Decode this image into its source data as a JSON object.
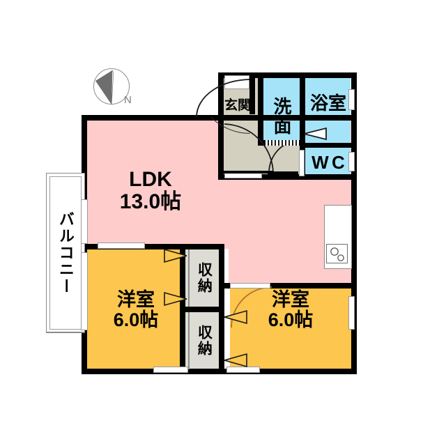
{
  "plan": {
    "title": "Japanese apartment floor plan (2LDK)",
    "palette": {
      "ldk_fill": "#ffcccc",
      "bedroom_fill": "#fcc64f",
      "wet_fill": "#a5e4f8",
      "entry_fill": "#d4d0c0",
      "closet_fill": "#dcdcd4",
      "wall": "#000000",
      "balcony_fill": "#ffffff",
      "compass_needle": "#6e6e6e"
    },
    "compass": {
      "label": "N",
      "needle_direction": "north-west"
    },
    "rooms": [
      {
        "id": "ldk",
        "name": "LDK",
        "size": "13.0帖",
        "fill": "#ffcccc"
      },
      {
        "id": "bedroom_sw",
        "name": "洋室",
        "size": "6.0帖",
        "fill": "#fcc64f"
      },
      {
        "id": "bedroom_se",
        "name": "洋室",
        "size": "6.0帖",
        "fill": "#fcc64f"
      },
      {
        "id": "entrance",
        "name": "玄関",
        "size": "",
        "fill": "#d4d0c0"
      },
      {
        "id": "washroom",
        "name": "洗面",
        "size": "",
        "fill": "#a5e4f8"
      },
      {
        "id": "bath",
        "name": "浴室",
        "size": "",
        "fill": "#a5e4f8"
      },
      {
        "id": "toilet",
        "name": "W C",
        "size": "",
        "fill": "#a5e4f8"
      },
      {
        "id": "closet_up",
        "name": "収納",
        "size": "",
        "fill": "#dcdcd4"
      },
      {
        "id": "closet_low",
        "name": "収納",
        "size": "",
        "fill": "#dcdcd4"
      },
      {
        "id": "balcony",
        "name": "バルコニー",
        "size": "",
        "fill": "#ffffff"
      }
    ],
    "labels": {
      "ldk_name": "LDK",
      "ldk_size": "13.0帖",
      "bedroom_sw_name": "洋室",
      "bedroom_sw_size": "6.0帖",
      "bedroom_se_name": "洋室",
      "bedroom_se_size": "6.0帖",
      "entrance": "玄関",
      "washroom": "洗面",
      "bath": "浴室",
      "toilet": "W C",
      "closet_upper": "収納",
      "closet_lower": "収納",
      "balcony": "バルコニー",
      "compass_north": "N"
    },
    "fixtures": [
      {
        "id": "kitchen-counter",
        "name": "kitchen counter with two-burner stove"
      },
      {
        "id": "entrance-door",
        "name": "front entry door, swings out left"
      },
      {
        "id": "balcony-doors",
        "name": "sliding glass doors to balcony"
      }
    ]
  }
}
